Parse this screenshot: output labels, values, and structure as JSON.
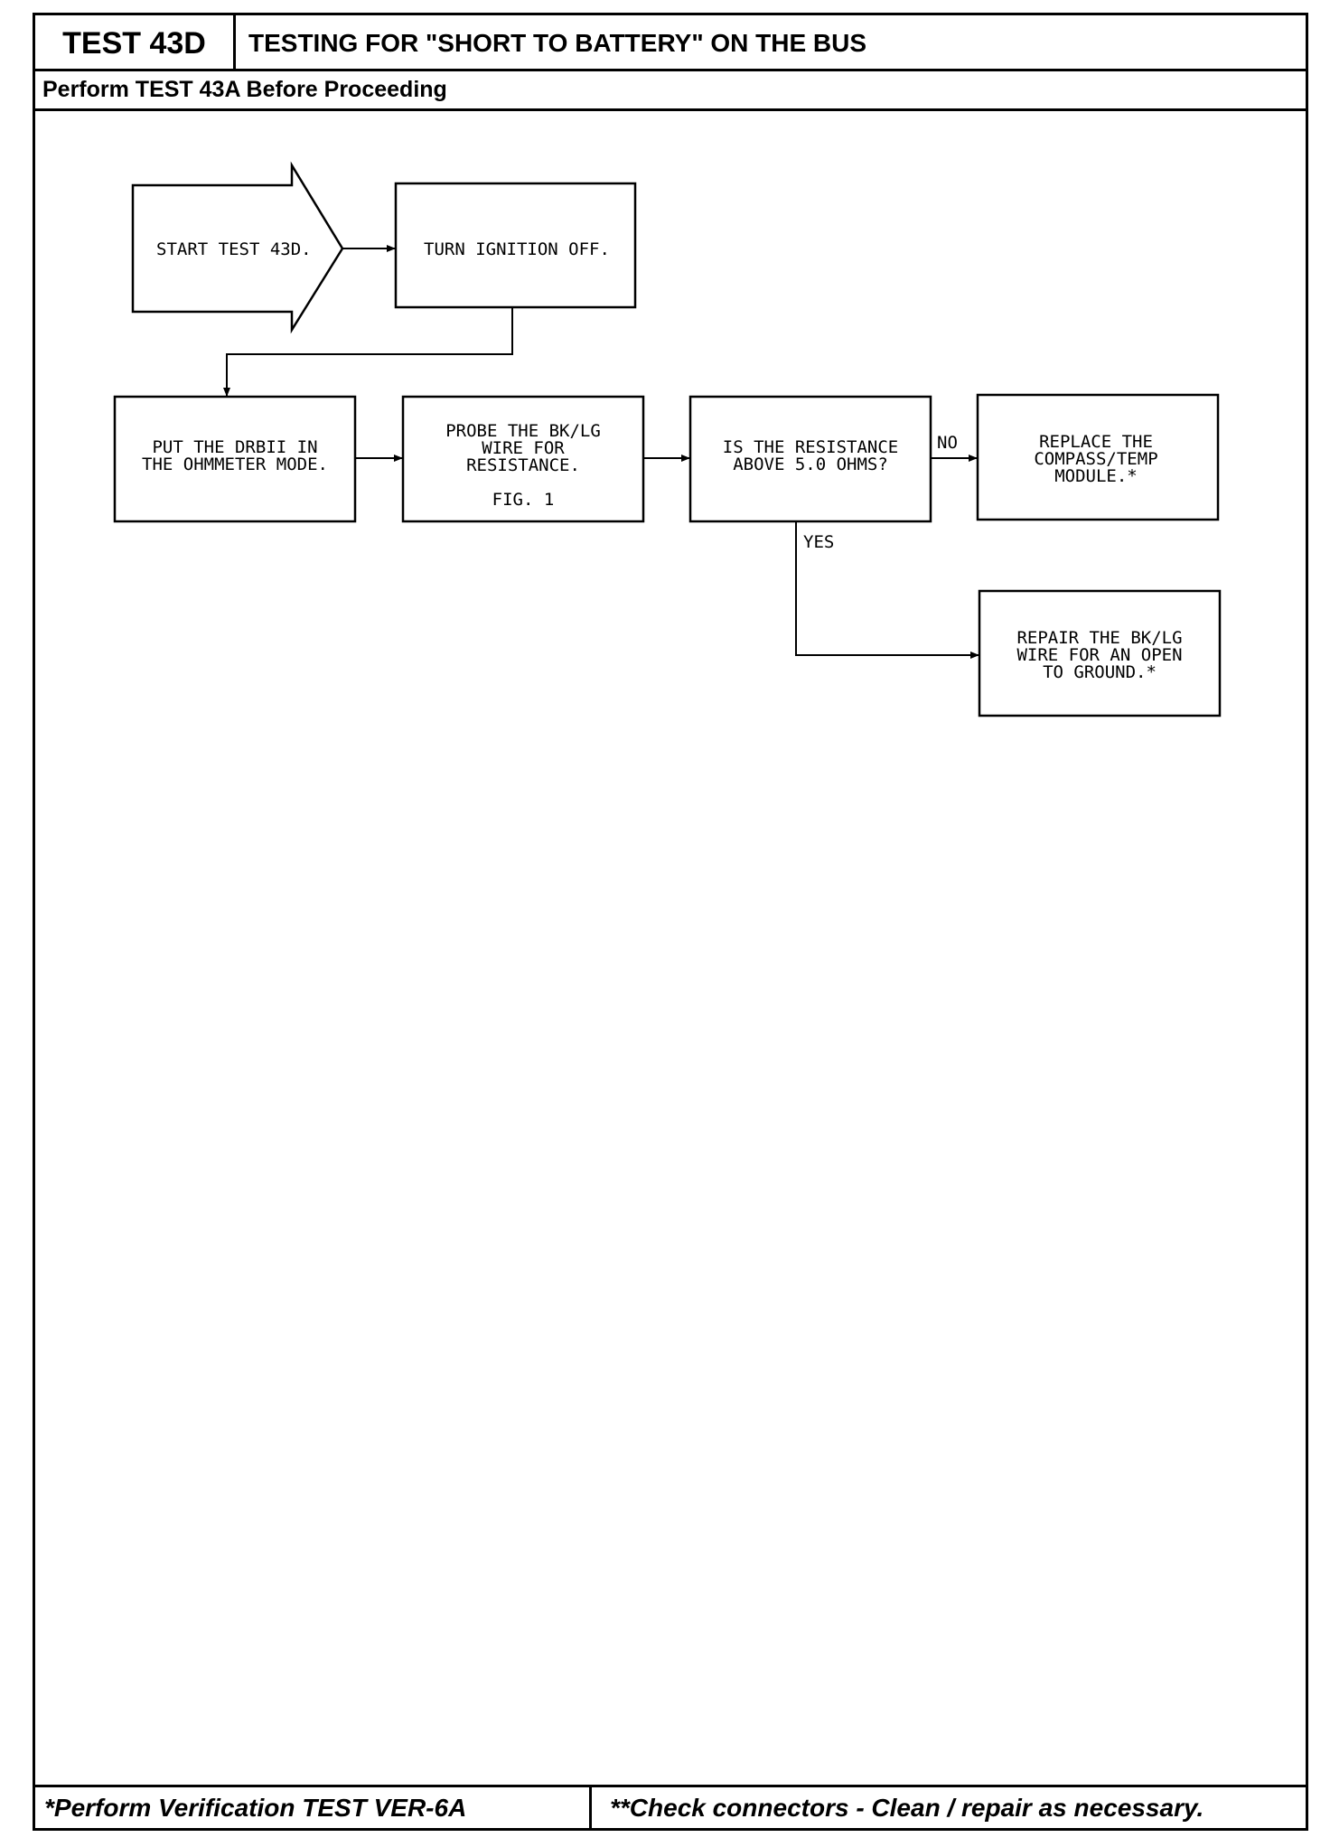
{
  "header": {
    "test_id": "TEST 43D",
    "title": "TESTING FOR \"SHORT TO BATTERY\" ON THE BUS",
    "prerequisite": "Perform TEST 43A Before Proceeding"
  },
  "flowchart": {
    "start": "START TEST 43D.",
    "step_ignition": "TURN IGNITION OFF.",
    "step_drb": [
      "PUT THE DRBII IN",
      "THE OHMMETER MODE."
    ],
    "step_probe": [
      "PROBE THE BK/LG",
      "WIRE FOR",
      "RESISTANCE."
    ],
    "step_probe_fig": "FIG. 1",
    "decision": [
      "IS THE RESISTANCE",
      "ABOVE 5.0 OHMS?"
    ],
    "label_no": "NO",
    "label_yes": "YES",
    "result_no": [
      "REPLACE THE",
      "COMPASS/TEMP",
      "MODULE.*"
    ],
    "result_yes": [
      "REPAIR THE BK/LG",
      "WIRE FOR AN OPEN",
      "TO GROUND.*"
    ]
  },
  "footer": {
    "left": "*Perform Verification TEST VER-6A",
    "right": "**Check connectors - Clean / repair as necessary."
  }
}
